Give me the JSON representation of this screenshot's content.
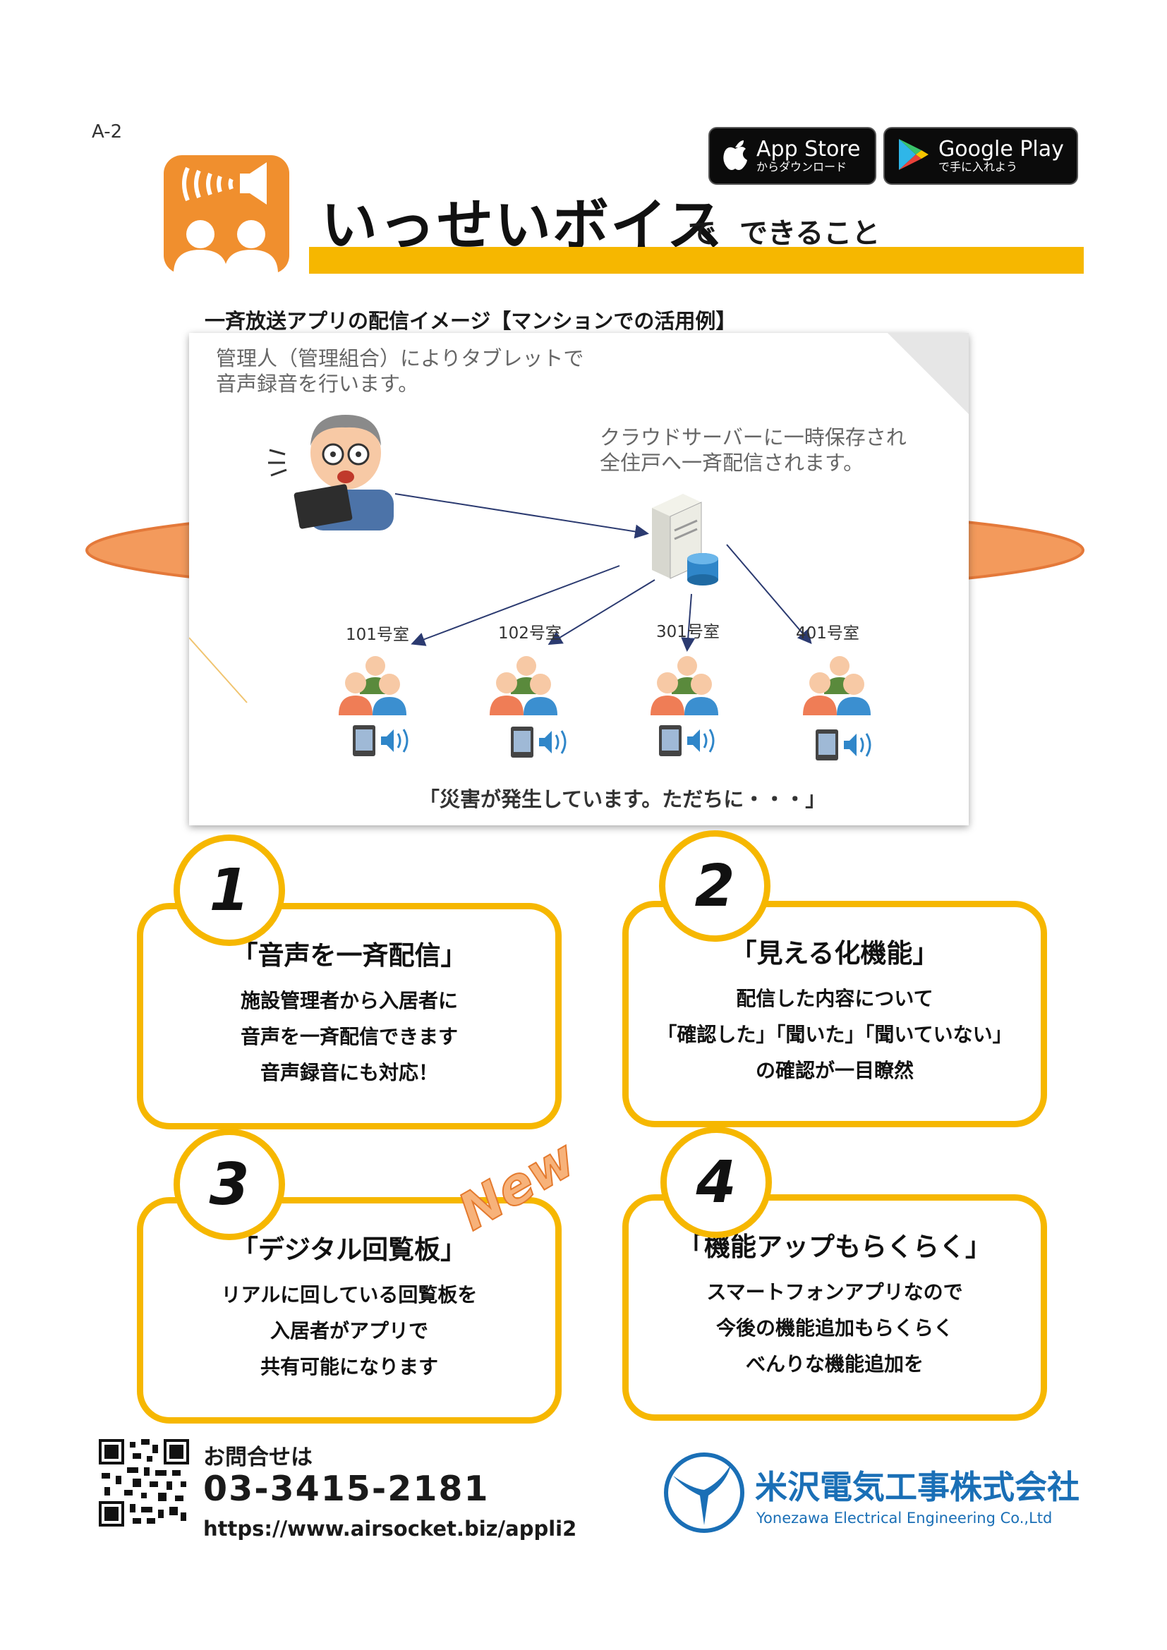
{
  "page_code": "A-2",
  "store": {
    "app_store": {
      "title": "App Store",
      "subtitle": "からダウンロード"
    },
    "google_play": {
      "title": "Google Play",
      "subtitle": "で手に入れよう"
    }
  },
  "header": {
    "title": "いっせいボイス",
    "suffix_a": "で",
    "suffix_b": "できること"
  },
  "section_heading": "一斉放送アプリの配信イメージ【マンションでの活用例】",
  "illustration": {
    "caption_admin": [
      "管理人（管理組合）によりタブレットで",
      "音声録音を行います。"
    ],
    "caption_cloud": [
      "クラウドサーバーに一時保存され",
      "全住戸へ一斉配信されます。"
    ],
    "rooms": [
      "101号室",
      "102号室",
      "301号室",
      "401号室"
    ],
    "message": "「災害が発生しています。ただちに・・・」"
  },
  "features": [
    {
      "number": "1",
      "title": "「音声を一斉配信」",
      "lines": [
        "施設管理者から入居者に",
        "音声を一斉配信できます",
        "音声録音にも対応！"
      ]
    },
    {
      "number": "2",
      "title": "「見える化機能」",
      "lines": [
        "配信した内容について",
        "「確認した」「聞いた」「聞いていない」",
        "の確認が一目瞭然"
      ]
    },
    {
      "number": "3",
      "title": "「デジタル回覧板」",
      "lines": [
        "リアルに回している回覧板を",
        "入居者がアプリで",
        "共有可能になります"
      ]
    },
    {
      "number": "4",
      "title": "「機能アップもらくらく」",
      "lines": [
        "スマートフォンアプリなので",
        "今後の機能追加もらくらく",
        "べんりな機能追加を"
      ]
    }
  ],
  "new_badge": "New",
  "footer": {
    "contact_label": "お問合せは",
    "phone": "03-3415-2181",
    "url": "https://www.airsocket.biz/appli2",
    "company_ja": "米沢電気工事株式会社",
    "company_en": "Yonezawa Electrical Engineering Co.,Ltd"
  },
  "colors": {
    "accent": "#f6b700",
    "app_icon": "#f08f2e",
    "company_blue": "#1a6fb6",
    "ellipse": "#f39a5c"
  }
}
